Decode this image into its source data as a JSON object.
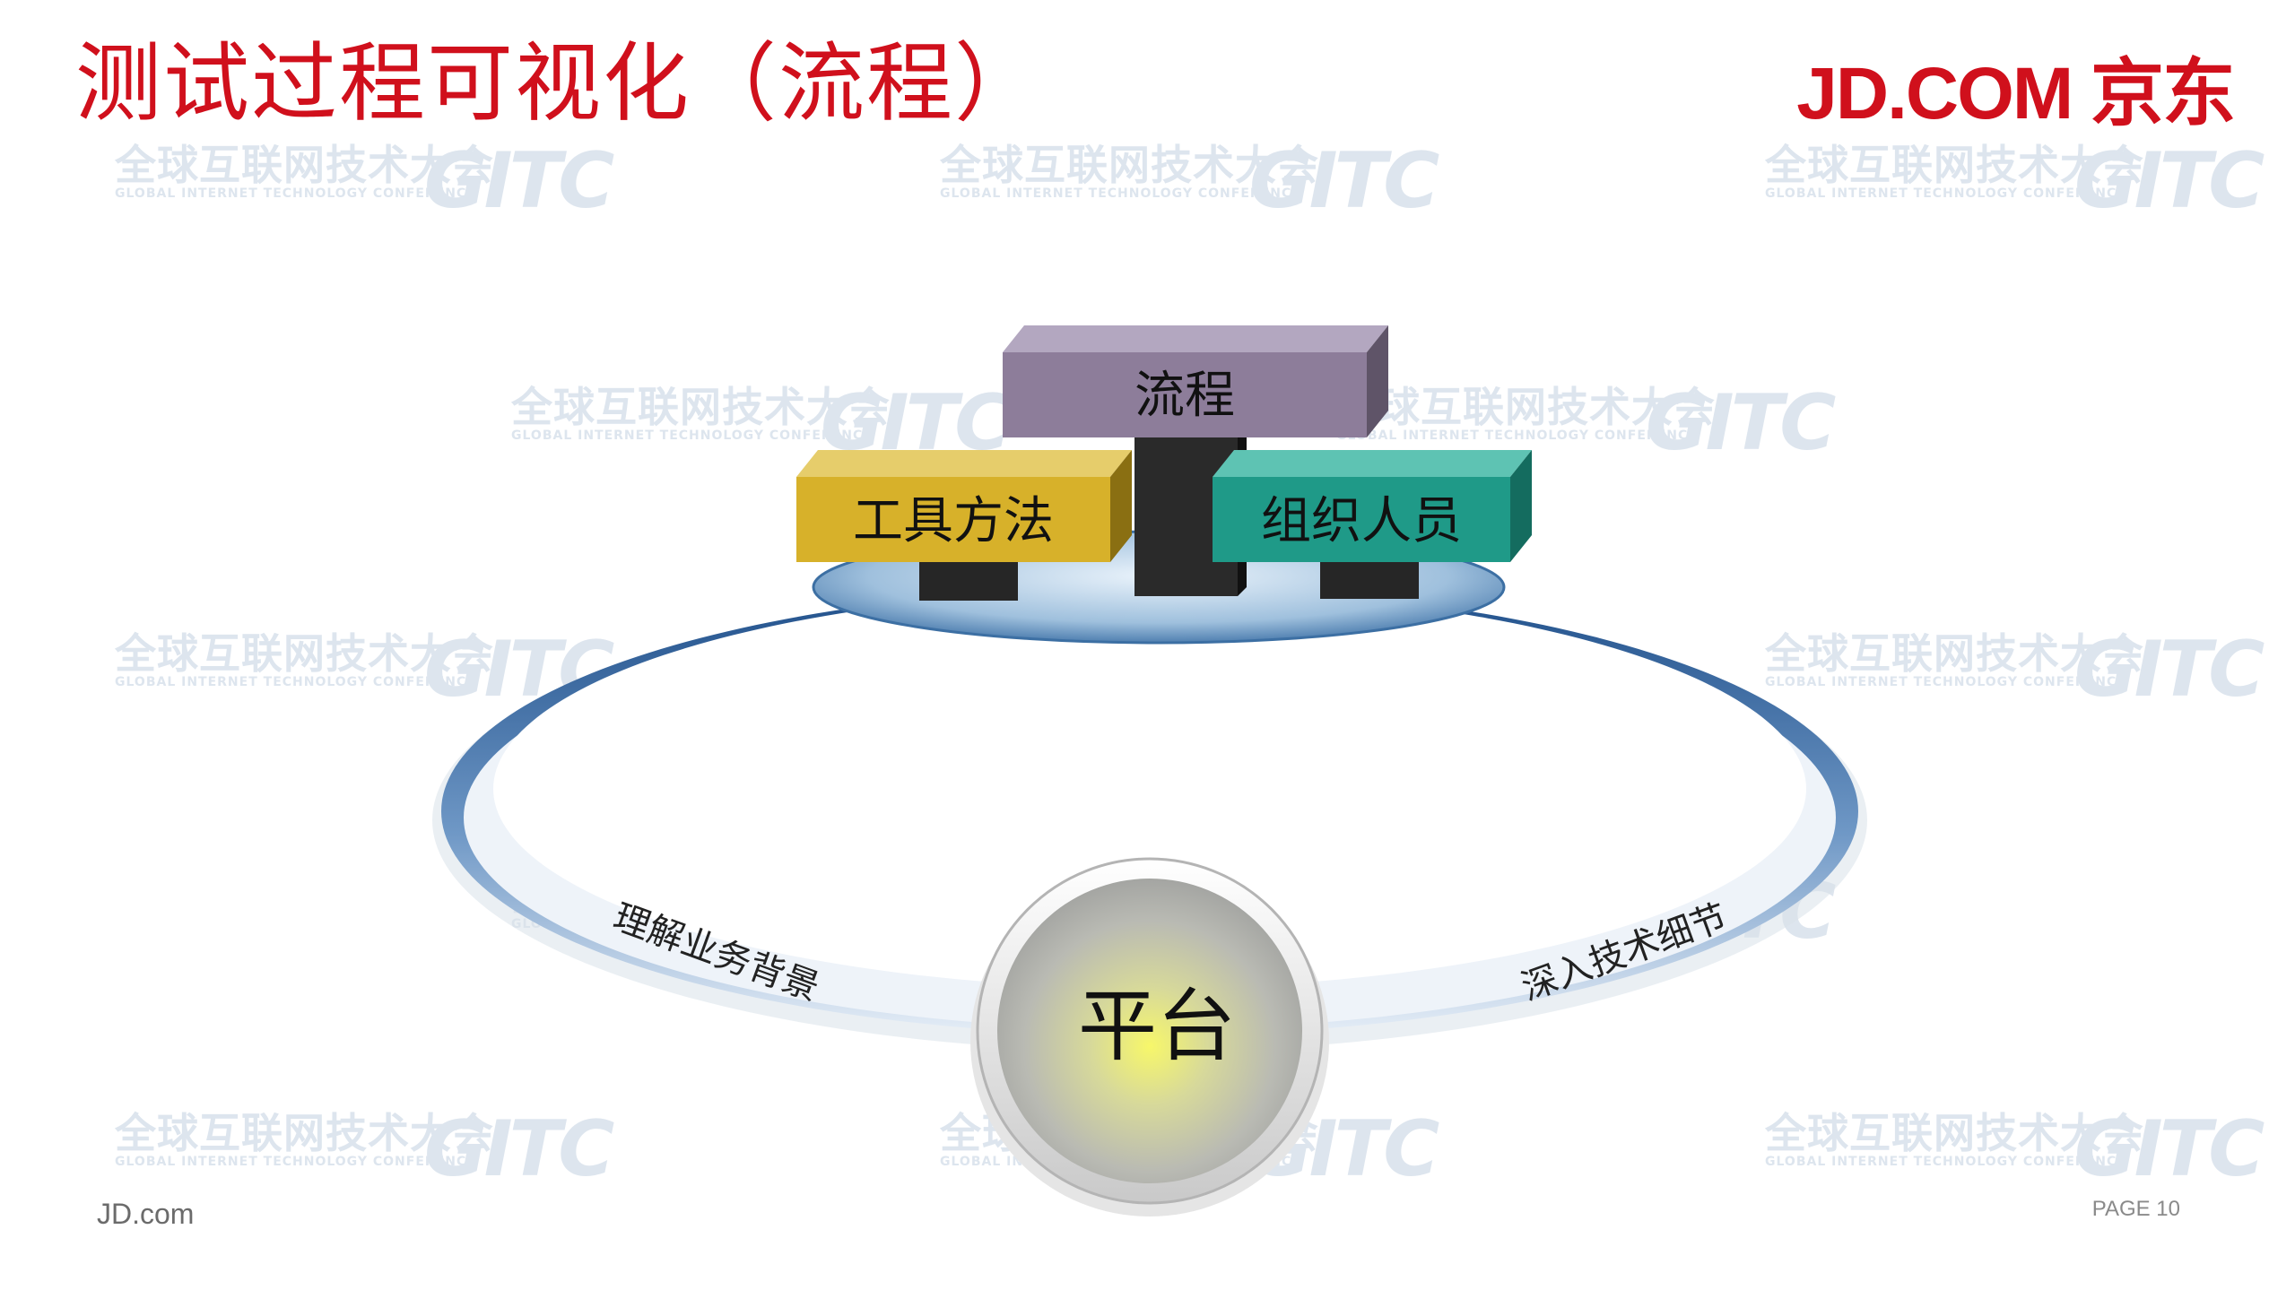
{
  "title": "测试过程可视化（流程）",
  "logo": "JD.COM 京东",
  "watermark": {
    "cn": "全球互联网技术大会",
    "en": "GLOBAL INTERNET TECHNOLOGY CONFERENCE",
    "mark": "GITC"
  },
  "diagram": {
    "top_block": "流程",
    "left_block": "工具方法",
    "right_block": "组织人员",
    "center": "平台",
    "ring_left": "理解业务背景",
    "ring_right": "深入技术细节"
  },
  "colors": {
    "title": "#d0101c",
    "process_block": "#8d7d9a",
    "tools_block": "#d7b12a",
    "people_block": "#1f9a88",
    "ring": "#2f5f99",
    "pillar": "#2a2a2a"
  },
  "footer": {
    "left": "JD.com",
    "page": "PAGE 10"
  }
}
